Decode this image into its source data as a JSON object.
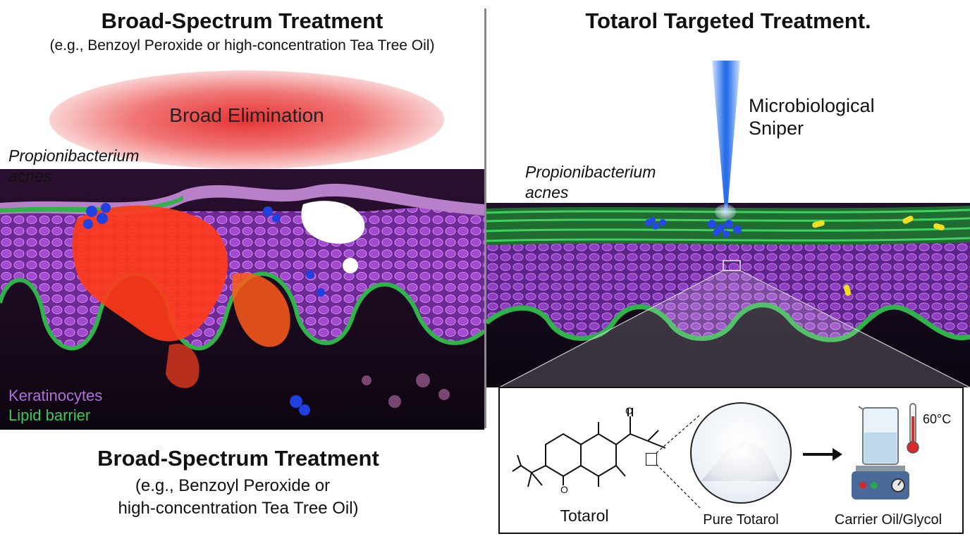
{
  "left": {
    "title": "Broad-Spectrum Treatment",
    "subtitle": "(e.g., Benzoyl Peroxide or high-concentration Tea Tree Oil)",
    "cloud_label": "Broad Elimination",
    "bacteria_label": "Propionibacterium\nacnes",
    "legend": {
      "keratinocytes": "Keratinocytes",
      "lipid": "Lipid barrier"
    },
    "bottom_title": "Broad-Spectrum Treatment",
    "bottom_subtitle_1": "(e.g., Benzoyl Peroxide or",
    "bottom_subtitle_2": "high-concentration Tea Tree Oil)"
  },
  "right": {
    "title": "Totarol Targeted Treatment.",
    "beam_label": "Microbiological\nSniper",
    "bacteria_label": "Propionibacterium\nacnes",
    "inset": {
      "molecule_label": "Totarol",
      "powder_label": "Pure Totarol",
      "beaker_label": "Carrier Oil/Glycol",
      "temperature": "60°C",
      "carbonyl_top": "O",
      "carbonyl_bottom": "O"
    }
  },
  "colors": {
    "keratinocyte": "#8a3bb5",
    "lipid": "#2fb34a",
    "bacteria": "#2040e0",
    "inflammation": "#ff3a1a",
    "beam": "#3a7ae8",
    "survivor": "#f0e020"
  }
}
